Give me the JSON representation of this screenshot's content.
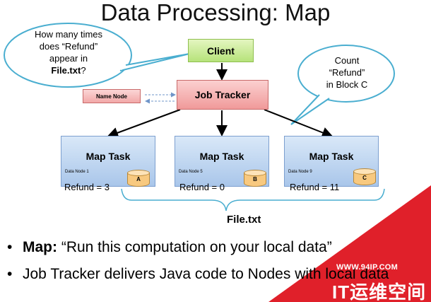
{
  "title": "Data Processing: Map",
  "client": "Client",
  "job_tracker": "Job Tracker",
  "name_node": "Name Node",
  "callout_left": {
    "line1": "How many times",
    "line2": "does “Refund”",
    "line3": "appear in",
    "file": "File.txt",
    "suffix": "?"
  },
  "callout_right": {
    "line1": "Count",
    "line2": "“Refund”",
    "line3": "in Block C"
  },
  "map_tasks": [
    {
      "label": "Map Task",
      "node": "Data Node 1",
      "block": "A",
      "result": "Refund = 3"
    },
    {
      "label": "Map Task",
      "node": "Data Node 5",
      "block": "B",
      "result": "Refund = 0"
    },
    {
      "label": "Map Task",
      "node": "Data Node 9",
      "block": "C",
      "result": "Refund = 11"
    }
  ],
  "file_label": "File.txt",
  "bullets": [
    {
      "bold": "Map:",
      "text": " “Run this computation on your local data”"
    },
    {
      "bold": "",
      "text": "Job Tracker delivers Java code to Nodes with local data"
    }
  ],
  "watermark": {
    "url": "WWW.94IP.COM",
    "name": "IT运维空间"
  },
  "colors": {
    "client": "#b6e27a",
    "job_tracker": "#f09a9a",
    "map_task": "#a9c6ea",
    "callout_border": "#4aaed0",
    "watermark": "#e0202a"
  }
}
